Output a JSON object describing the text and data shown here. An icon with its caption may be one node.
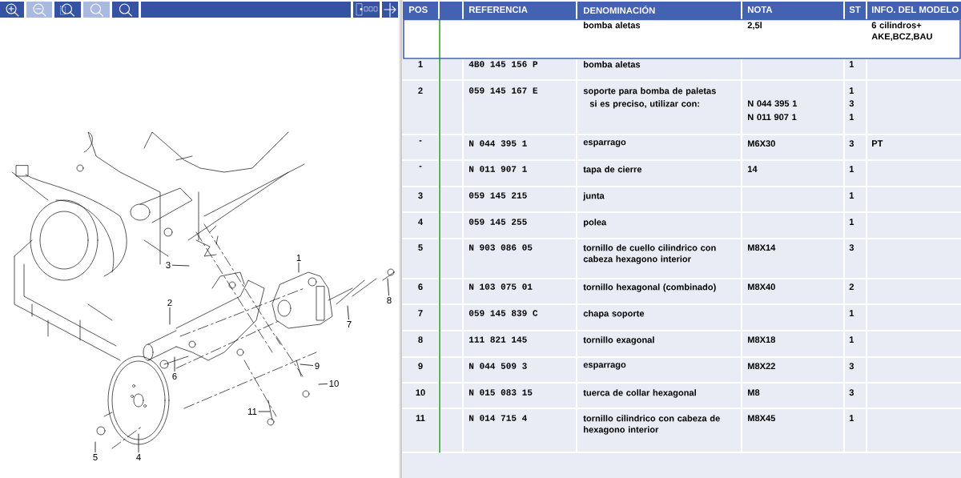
{
  "diagram": {
    "nodes": [
      {
        "text": [
          "1"
        ]
      },
      {
        "text": [
          "3"
        ]
      },
      {
        "text": [
          "8"
        ]
      },
      {
        "text": [
          "2"
        ]
      },
      {
        "text": [
          "7"
        ]
      },
      {
        "text": [
          "9"
        ]
      },
      {
        "text": [
          "6"
        ]
      },
      {
        "text": [
          "10"
        ]
      },
      {
        "text": [
          "11"
        ]
      },
      {
        "text": [
          "5"
        ]
      },
      {
        "text": [
          "4"
        ]
      }
    ],
    "edges": [
      {
        "from": 0,
        "to": null,
        "arrow": "none"
      },
      {
        "from": 1,
        "to": null,
        "arrow": "none"
      },
      {
        "from": 2,
        "to": null,
        "arrow": "none"
      },
      {
        "from": 3,
        "to": null,
        "arrow": "none"
      },
      {
        "from": 4,
        "to": null,
        "arrow": "none"
      },
      {
        "from": 5,
        "to": null,
        "arrow": "none"
      },
      {
        "from": 6,
        "to": null,
        "arrow": "none"
      },
      {
        "from": 7,
        "to": null,
        "arrow": "none"
      },
      {
        "from": 8,
        "to": null,
        "arrow": "none"
      },
      {
        "from": 9,
        "to": null,
        "arrow": "none"
      },
      {
        "from": 10,
        "to": null,
        "arrow": "none"
      }
    ],
    "labels": [
      "POS",
      "REFERENCIA",
      "DENOMINACIÓN",
      "NOTA",
      "ST",
      "INFO. DEL MODELO",
      "bomba aletas",
      "2,5l",
      "6 cilindros+ AKE,BCZ,BAU",
      "1",
      "4B0 145 156 P",
      "bomba aletas",
      "1",
      "2",
      "059 145 167 E",
      "soporte para bomba de paletas",
      "1",
      "si es preciso, utilizar con:",
      "N 044 395 1",
      "3",
      "N 011 907 1",
      "1",
      "-",
      "N 044 395 1",
      "esparrago",
      "M6X30",
      "3",
      "PT",
      "-",
      "N 011 907 1",
      "tapa de cierre",
      "14",
      "1",
      "3",
      "059 145 215",
      "junta",
      "1",
      "4",
      "059 145 255",
      "polea",
      "1",
      "5",
      "N 903 086 05",
      "tornillo de cuello cilindrico con cabeza hexagono interior",
      "M8X14",
      "3",
      "6",
      "N 103 075 01",
      "tornillo hexagonal (combinado)",
      "M8X40",
      "2",
      "7",
      "059 145 839 C",
      "chapa soporte",
      "1",
      "8",
      "111 821 145",
      "tornillo exagonal",
      "M8X18",
      "1",
      "9",
      "N 044 509 3",
      "esparrago",
      "M8X22",
      "3",
      "10",
      "N 015 083 15",
      "tuerca de collar hexagonal",
      "M8",
      "3",
      "11",
      "N 014 715 4",
      "tornillo cilindrico con cabeza de hexagono interior",
      "M8X45",
      "1"
    ]
  }
}
